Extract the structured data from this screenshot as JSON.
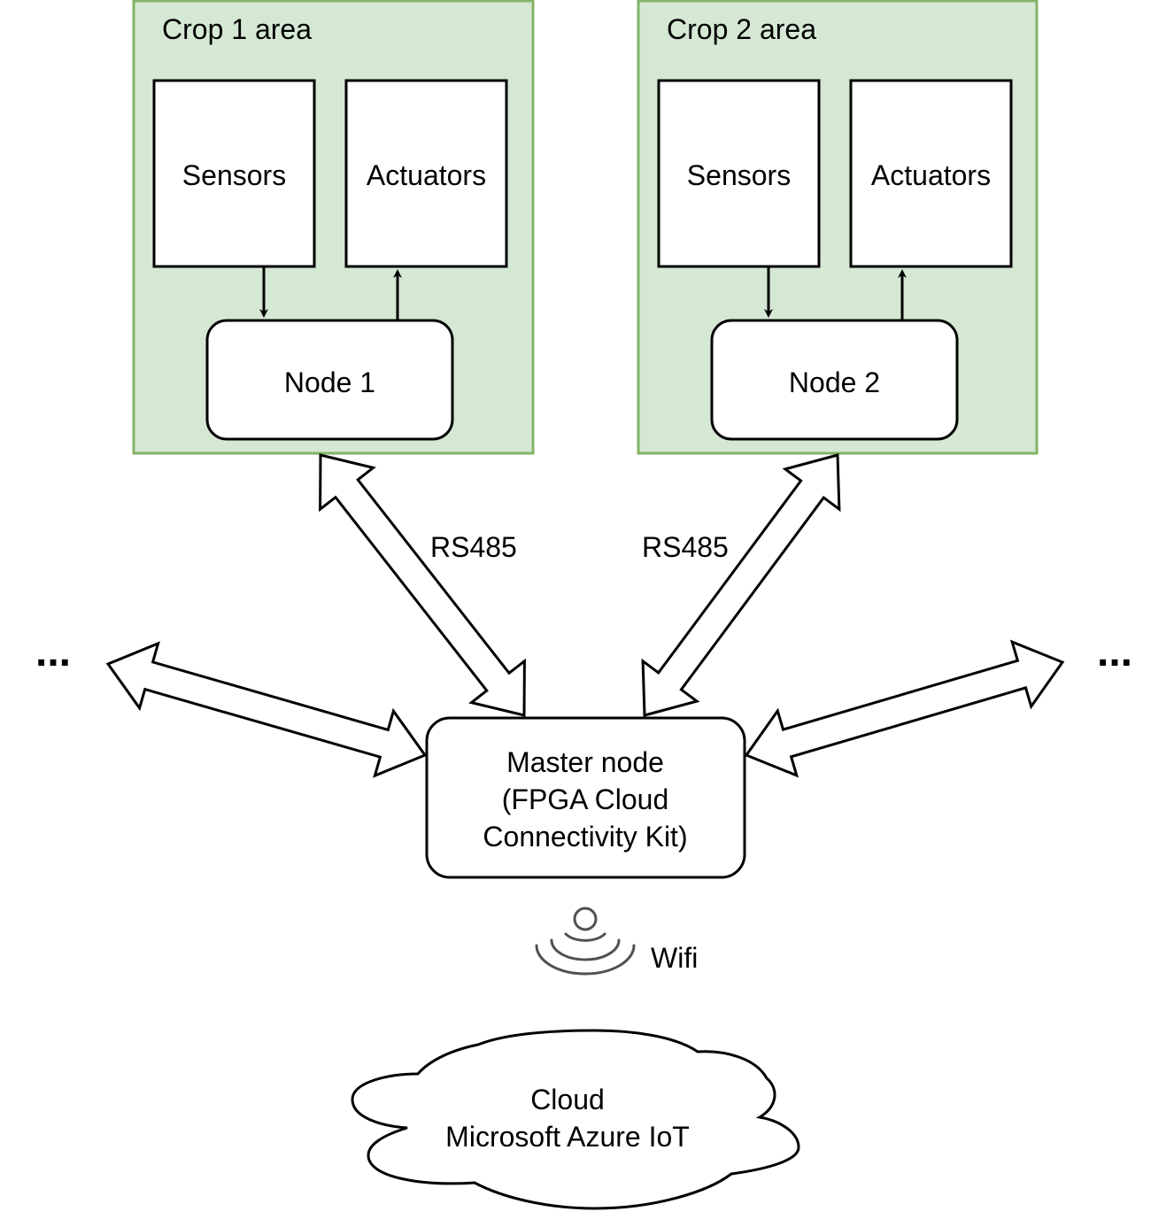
{
  "crop_areas": [
    {
      "title": "Crop 1 area",
      "sensors_label": "Sensors",
      "actuators_label": "Actuators",
      "node_label": "Node 1"
    },
    {
      "title": "Crop 2 area",
      "sensors_label": "Sensors",
      "actuators_label": "Actuators",
      "node_label": "Node 2"
    }
  ],
  "links": {
    "left_label": "RS485",
    "right_label": "RS485"
  },
  "ellipsis": {
    "left": "...",
    "right": "..."
  },
  "master_node": {
    "lines": [
      "Master node",
      "(FPGA Cloud",
      "Connectivity Kit)"
    ]
  },
  "wifi": {
    "label": "Wifi",
    "icon": "wifi-signal-icon"
  },
  "cloud": {
    "lines": [
      "Cloud",
      "Microsoft Azure IoT"
    ]
  },
  "colors": {
    "crop_area_fill": "#d5e8d4",
    "crop_area_stroke": "#82b366",
    "box_fill": "#ffffff",
    "stroke": "#000000",
    "wifi_icon": "#505050"
  }
}
